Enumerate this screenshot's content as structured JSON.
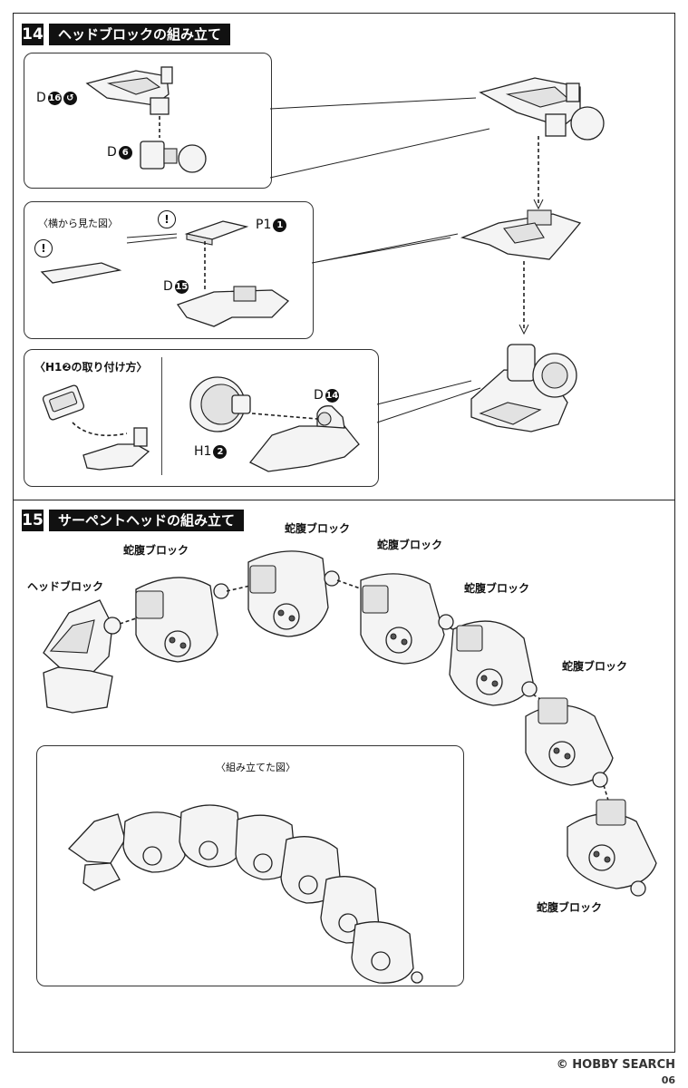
{
  "step14": {
    "number": "14",
    "title": "ヘッドブロックの組み立て",
    "parts": {
      "d16_letter": "D",
      "d16_number": "16",
      "d6_letter": "D",
      "d6_number": "6",
      "p1_letter": "P1",
      "p1_number": "1",
      "d15_letter": "D",
      "d15_number": "15",
      "d14_letter": "D",
      "d14_number": "14",
      "h1_letter": "H1",
      "h1_number": "2"
    },
    "side_view_label": "〈横から見た図〉",
    "h1_how_to_label": "〈H1❷の取り付け方〉",
    "warning_mark": "!"
  },
  "step15": {
    "number": "15",
    "title": "サーペントヘッドの組み立て",
    "head_block_label": "ヘッドブロック",
    "belly_block_label": "蛇腹ブロック",
    "assembled_view_label": "〈組み立てた図〉"
  },
  "footer": {
    "watermark": "© HOBBY SEARCH",
    "page_number": "06"
  }
}
